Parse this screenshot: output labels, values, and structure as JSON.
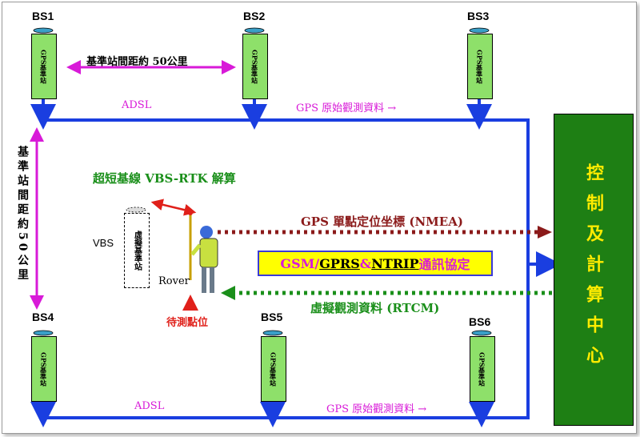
{
  "stations": {
    "bs1": {
      "label": "BS1",
      "text": "GPS基準站"
    },
    "bs2": {
      "label": "BS2",
      "text": "GPS基準站"
    },
    "bs3": {
      "label": "BS3",
      "text": "GPS基準站"
    },
    "bs4": {
      "label": "BS4",
      "text": "GPS基準站"
    },
    "bs5": {
      "label": "BS5",
      "text": "GPS基準站"
    },
    "bs6": {
      "label": "BS6",
      "text": "GPS基準站"
    }
  },
  "distance_horizontal": "基準站間距約 50公里",
  "distance_vertical": "基準站間距約50公里",
  "adsl_top": "ADSL",
  "adsl_bottom": "ADSL",
  "raw_data_top": "GPS 原始觀測資料 →",
  "raw_data_bottom": "GPS 原始觀測資料 →",
  "vbs_title": "超短基線 VBS-RTK 解算",
  "vbs_label": "VBS",
  "vbs_station_text": "虛擬基準站",
  "rover_label": "Rover",
  "target_label": "待測點位",
  "nmea_text": "GPS 單點定位坐標 (NMEA)",
  "gsm_prefix": "GSM/",
  "gsm_gprs": "GPRS",
  "gsm_amp": " & ",
  "gsm_ntrip": "NTRIP",
  "gsm_suffix": " 通訊協定",
  "rtcm_text": "虛擬觀測資料 (RTCM)",
  "control_center": "控制及計算中心",
  "colors": {
    "blue": "#1a3ee0",
    "magenta": "#d81ad8",
    "green": "#1e7f14",
    "maroon": "#8b1a1a",
    "station": "#8ee06a"
  }
}
